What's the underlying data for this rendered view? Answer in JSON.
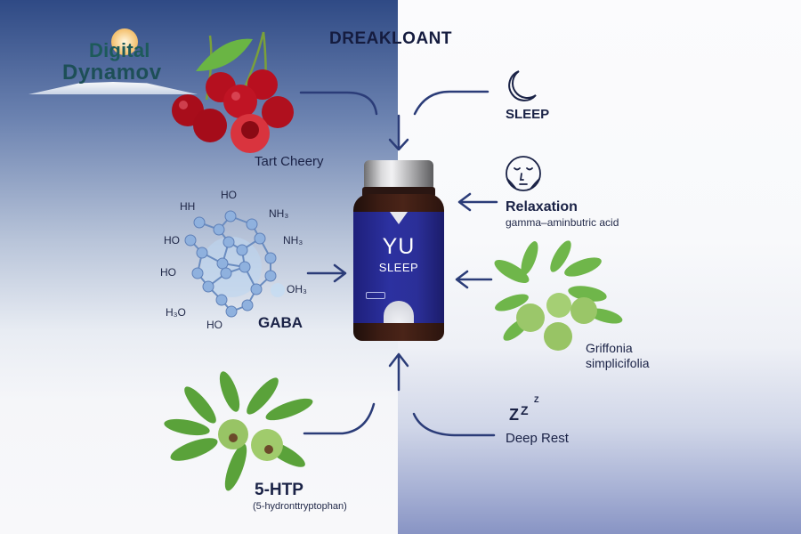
{
  "title": "DREAKLOANT",
  "logo": {
    "line1": "Digital",
    "line2": "Dynamov"
  },
  "product": {
    "brand": "YU",
    "name": "SLEEP"
  },
  "ingredients": [
    {
      "id": "tart-cherry",
      "label": "Tart Cheery"
    },
    {
      "id": "gaba",
      "label": "GABA"
    },
    {
      "id": "griffonia",
      "label_line1": "Griffonia",
      "label_line2": "simplicifolia"
    },
    {
      "id": "5-htp",
      "label": "5-HTP",
      "sublabel": "(5-hydronttryptophan)"
    }
  ],
  "benefits": [
    {
      "id": "sleep",
      "label": "SLEEP",
      "icon": "moon-icon"
    },
    {
      "id": "relaxation",
      "label": "Relaxation",
      "sublabel": "gamma–aminbutric acid",
      "icon": "calm-face-icon"
    },
    {
      "id": "deep-rest",
      "label": "Deep Rest",
      "icon": "zzz-icon"
    }
  ],
  "molecule": {
    "groups": [
      "HH",
      "HO",
      "NH₃",
      "NH₃",
      "HO",
      "HO",
      "OH₃",
      "H₃O",
      "HO"
    ]
  },
  "colors": {
    "navy": "#1a2246",
    "arrow": "#2b3c78",
    "bottle_label": "#2c31a0",
    "bg_top_left": "#2f4a85",
    "bg_bottom_right": "#8894c4"
  }
}
